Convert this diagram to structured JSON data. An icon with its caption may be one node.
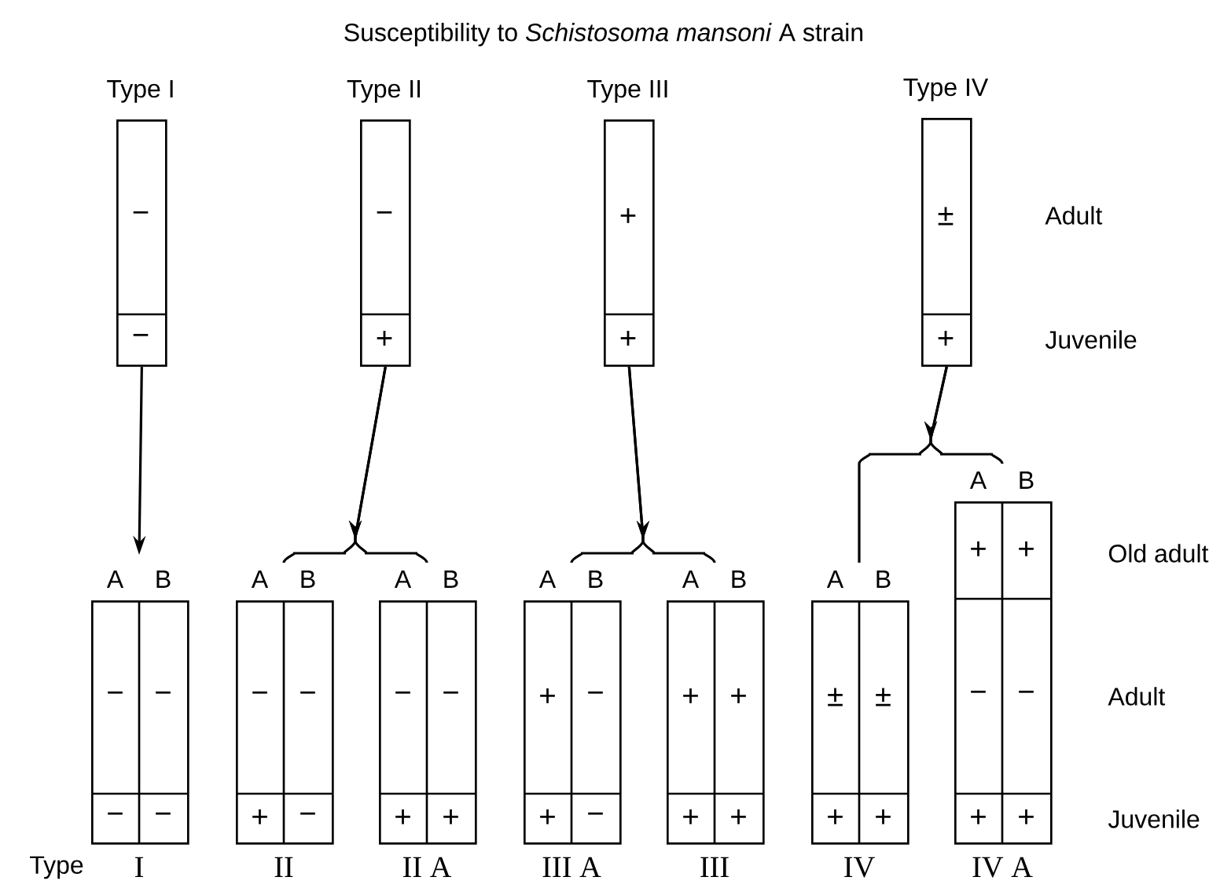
{
  "diagram": {
    "title": "Susceptibility to *Schistosoma mansoni* A strain",
    "nodes": [
      {
        "text": [
          "Type I",
          "−",
          "−"
        ]
      },
      {
        "text": [
          "Type II",
          "−",
          "+"
        ]
      },
      {
        "text": [
          "Type III",
          "+",
          "+"
        ]
      },
      {
        "text": [
          "Type IV",
          "±",
          "+"
        ]
      },
      {
        "text": [
          "A",
          "B",
          "−",
          "−",
          "−",
          "−"
        ],
        "beside": [
          "I"
        ]
      },
      {
        "text": [
          "A",
          "B",
          "−",
          "−",
          "+",
          "−"
        ],
        "beside": [
          "II"
        ]
      },
      {
        "text": [
          "A",
          "B",
          "−",
          "−",
          "+",
          "+"
        ],
        "beside": [
          "II A"
        ]
      },
      {
        "text": [
          "A",
          "B",
          "+",
          "−",
          "+",
          "−"
        ],
        "beside": [
          "III A"
        ]
      },
      {
        "text": [
          "A",
          "B",
          "+",
          "+",
          "+",
          "+"
        ],
        "beside": [
          "III"
        ]
      },
      {
        "text": [
          "A",
          "B",
          "±",
          "±",
          "+",
          "+"
        ],
        "beside": [
          "IV"
        ]
      },
      {
        "text": [
          "A",
          "B",
          "+",
          "+",
          "−",
          "−",
          "+",
          "+"
        ],
        "beside": [
          "IV A"
        ]
      }
    ],
    "edges": [
      {
        "from": 0,
        "to": 4,
        "arrow": "to"
      },
      {
        "from": 1,
        "to": 5,
        "arrow": "to"
      },
      {
        "from": 1,
        "to": 6,
        "arrow": "to"
      },
      {
        "from": 2,
        "to": 7,
        "arrow": "to"
      },
      {
        "from": 2,
        "to": 8,
        "arrow": "to"
      },
      {
        "from": 3,
        "to": 9,
        "arrow": "to"
      },
      {
        "from": 3,
        "to": 10,
        "arrow": "to"
      }
    ],
    "labels": [
      "Adult",
      "Juvenile",
      "Old adult",
      "Adult",
      "Juvenile",
      "Type"
    ]
  }
}
